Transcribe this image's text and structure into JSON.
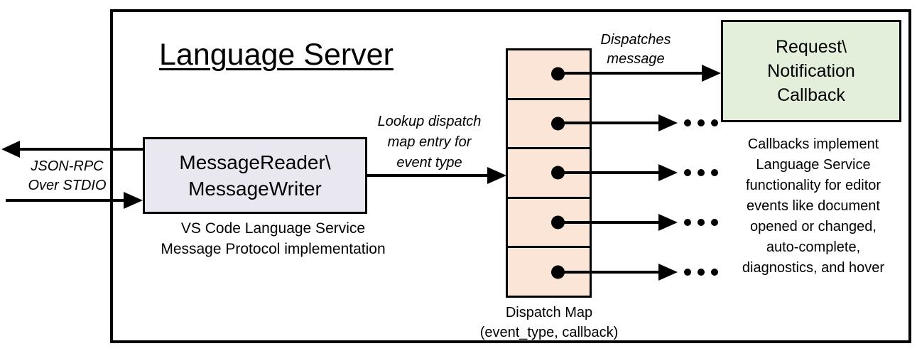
{
  "title": "Language Server",
  "stdio": {
    "lines": [
      "JSON-RPC",
      "Over STDIO"
    ]
  },
  "message_box": {
    "lines": [
      "MessageReader\\",
      "MessageWriter"
    ],
    "fill": "#E9E8F1",
    "caption_lines": [
      "VS Code Language Service",
      "Message Protocol implementation"
    ]
  },
  "lookup_label": {
    "lines": [
      "Lookup dispatch",
      "map entry for",
      "event type"
    ]
  },
  "dispatch_map": {
    "fill": "#FBE5D6",
    "cell_count": 5,
    "caption_lines": [
      "Dispatch Map",
      "(event_type, callback)"
    ]
  },
  "dispatches_label": {
    "lines": [
      "Dispatches",
      "message"
    ]
  },
  "callback_box": {
    "lines": [
      "Request\\",
      "Notification",
      "Callback"
    ],
    "fill": "#E3EFDA"
  },
  "callbacks_note": {
    "lines": [
      "Callbacks implement",
      "Language Service",
      "functionality for editor",
      "events like document",
      "opened or changed,",
      "auto-complete,",
      "diagnostics, and hover"
    ]
  },
  "colors": {
    "line": "#000000",
    "border": "#000000",
    "background": "#FFFFFF"
  }
}
